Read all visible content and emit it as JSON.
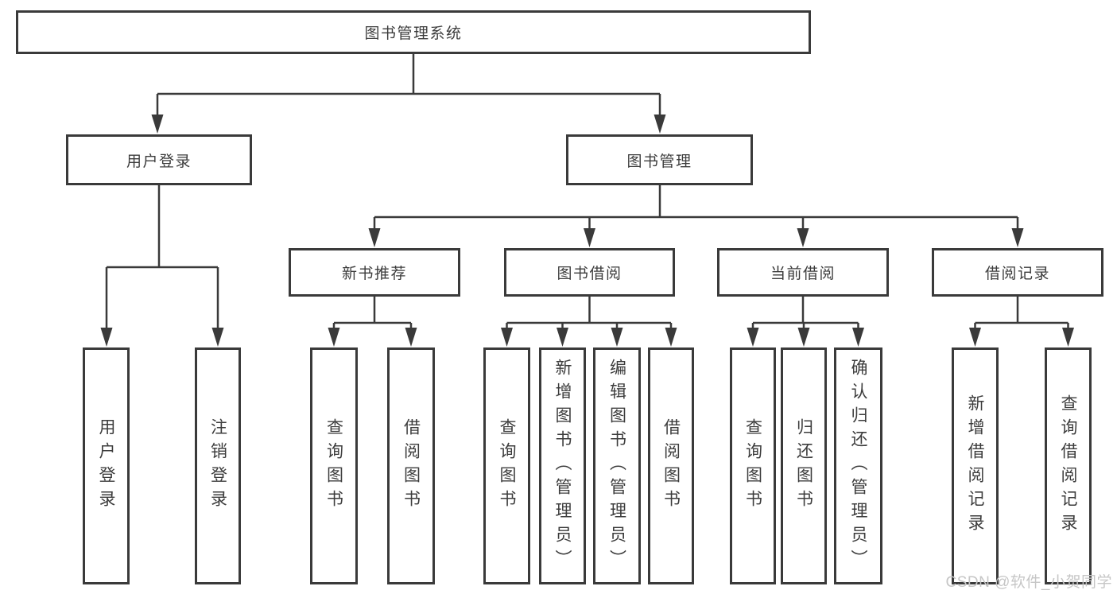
{
  "diagram": {
    "root": {
      "label": "图书管理系统"
    },
    "login": {
      "label": "用户登录",
      "children": [
        {
          "label": "用户登录"
        },
        {
          "label": "注销登录"
        }
      ]
    },
    "management": {
      "label": "图书管理",
      "sections": [
        {
          "label": "新书推荐",
          "children": [
            {
              "label": "查询图书"
            },
            {
              "label": "借阅图书"
            }
          ]
        },
        {
          "label": "图书借阅",
          "children": [
            {
              "label": "查询图书"
            },
            {
              "label": "新增图书（管理员）"
            },
            {
              "label": "编辑图书（管理员）"
            },
            {
              "label": "借阅图书"
            }
          ]
        },
        {
          "label": "当前借阅",
          "children": [
            {
              "label": "查询图书"
            },
            {
              "label": "归还图书"
            },
            {
              "label": "确认归还（管理员）"
            }
          ]
        },
        {
          "label": "借阅记录",
          "children": [
            {
              "label": "新增借阅记录"
            },
            {
              "label": "查询借阅记录"
            }
          ]
        }
      ]
    }
  },
  "watermark": "CSDN @软件_小贺同学",
  "colors": {
    "line": "#3a3a3a",
    "text": "#3c3c3c",
    "watermark": "#c6c6c6",
    "background": "#ffffff"
  }
}
